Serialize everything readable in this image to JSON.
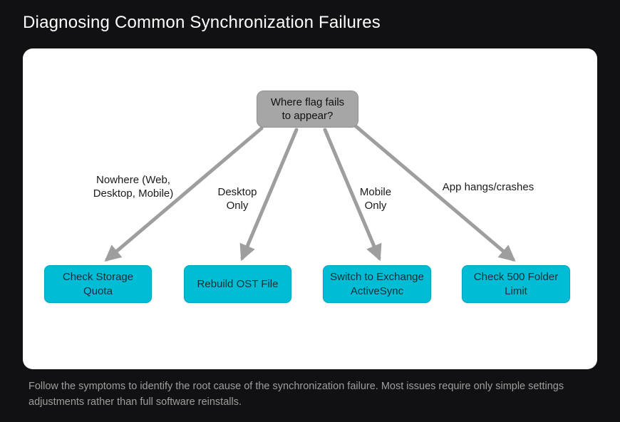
{
  "page": {
    "title": "Diagnosing Common Synchronization Failures",
    "caption": "Follow the symptoms to identify the root cause of the synchronization failure. Most issues require only simple settings adjustments rather than full software reinstalls."
  },
  "diagram": {
    "root": {
      "label": "Where flag fails\nto appear?"
    },
    "branches": [
      {
        "edge_label": "Nowhere (Web,\nDesktop, Mobile)",
        "node_label": "Check Storage\nQuota"
      },
      {
        "edge_label": "Desktop\nOnly",
        "node_label": "Rebuild OST File"
      },
      {
        "edge_label": "Mobile\nOnly",
        "node_label": "Switch to Exchange\nActiveSync"
      },
      {
        "edge_label": "App hangs/crashes",
        "node_label": "Check 500 Folder\nLimit"
      }
    ],
    "colors": {
      "node_fill": "#00bcd4",
      "root_fill": "#a6a6a6",
      "arrow": "#9e9e9e",
      "page_bg": "#111113",
      "card_bg": "#ffffff"
    }
  }
}
